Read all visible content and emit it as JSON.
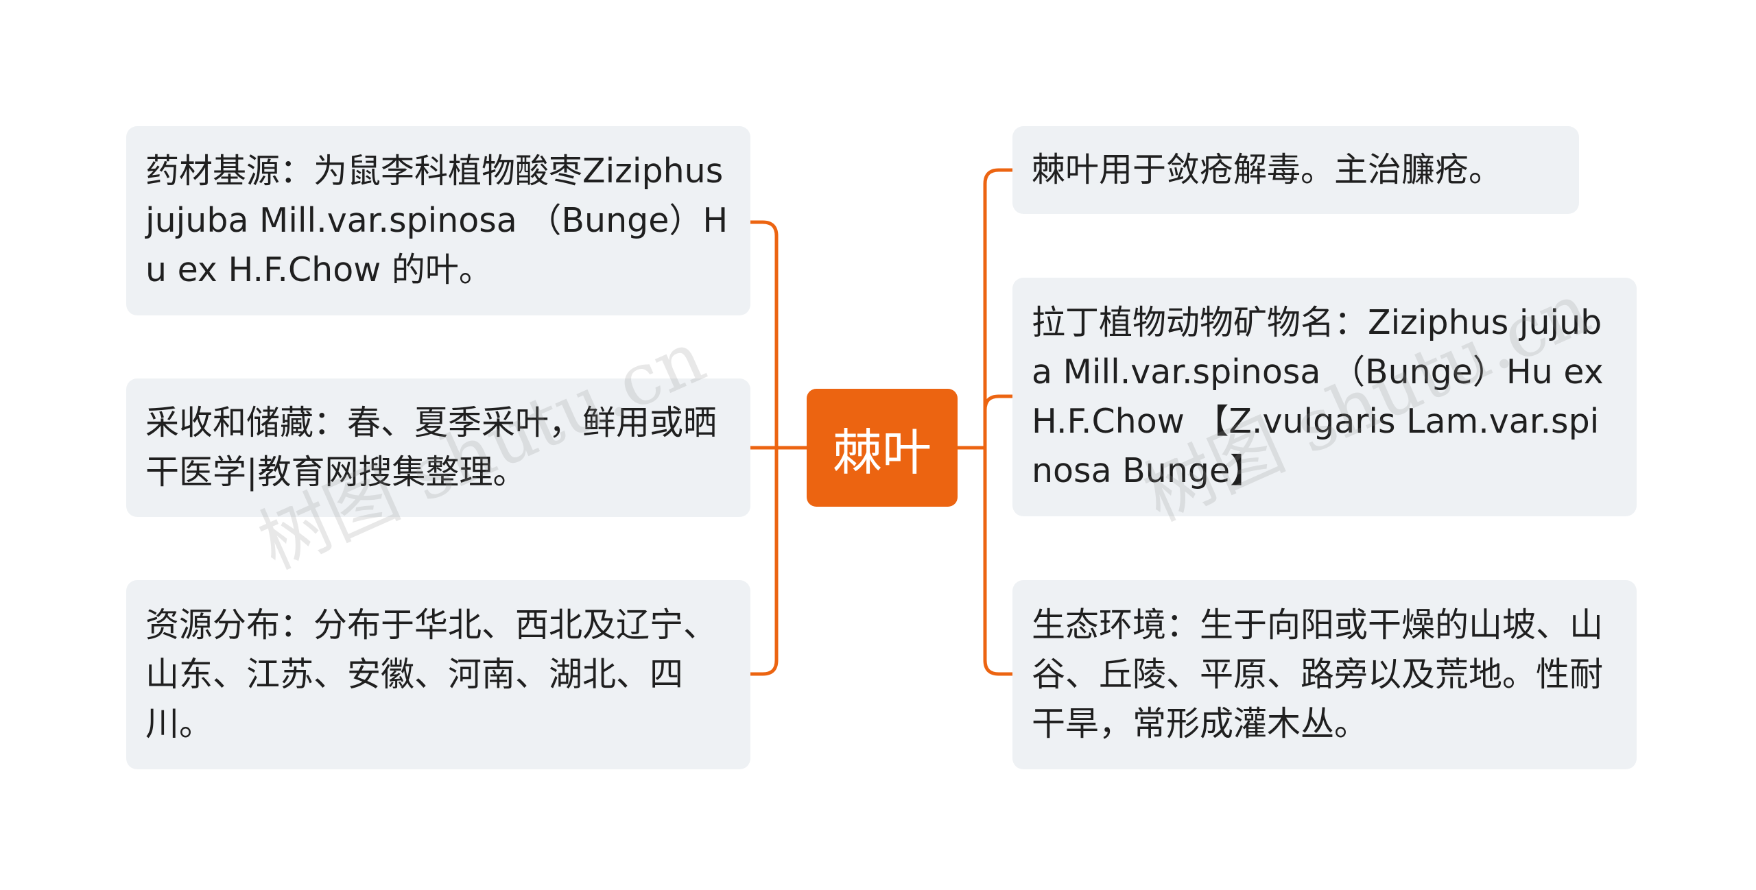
{
  "center": {
    "label": "棘叶"
  },
  "left_nodes": [
    {
      "text": "药材基源：为鼠李科植物酸枣Ziziphus jujuba Mill.var.spinosa （Bunge）Hu ex H.F.Chow 的叶。"
    },
    {
      "text": "采收和储藏：春、夏季采叶，鲜用或晒干医学|教育网搜集整理。"
    },
    {
      "text": "资源分布：分布于华北、西北及辽宁、山东、江苏、安徽、河南、湖北、四川。"
    }
  ],
  "right_nodes": [
    {
      "text": "棘叶用于敛疮解毒。主治臁疮。"
    },
    {
      "text": "拉丁植物动物矿物名：Ziziphus jujuba Mill.var.spinosa （Bunge）Hu ex H.F.Chow 【Z.vulgaris Lam.var.spinosa Bunge】"
    },
    {
      "text": "生态环境：生于向阳或干燥的山坡、山谷、丘陵、平原、路旁以及荒地。性耐干旱，常形成灌木丛。"
    }
  ],
  "watermarks": [
    "树图 shutu.cn",
    "树图 shutu.cn"
  ],
  "colors": {
    "accent": "#ec6411",
    "node_bg": "#eef1f4",
    "text": "#1f1f1f"
  }
}
